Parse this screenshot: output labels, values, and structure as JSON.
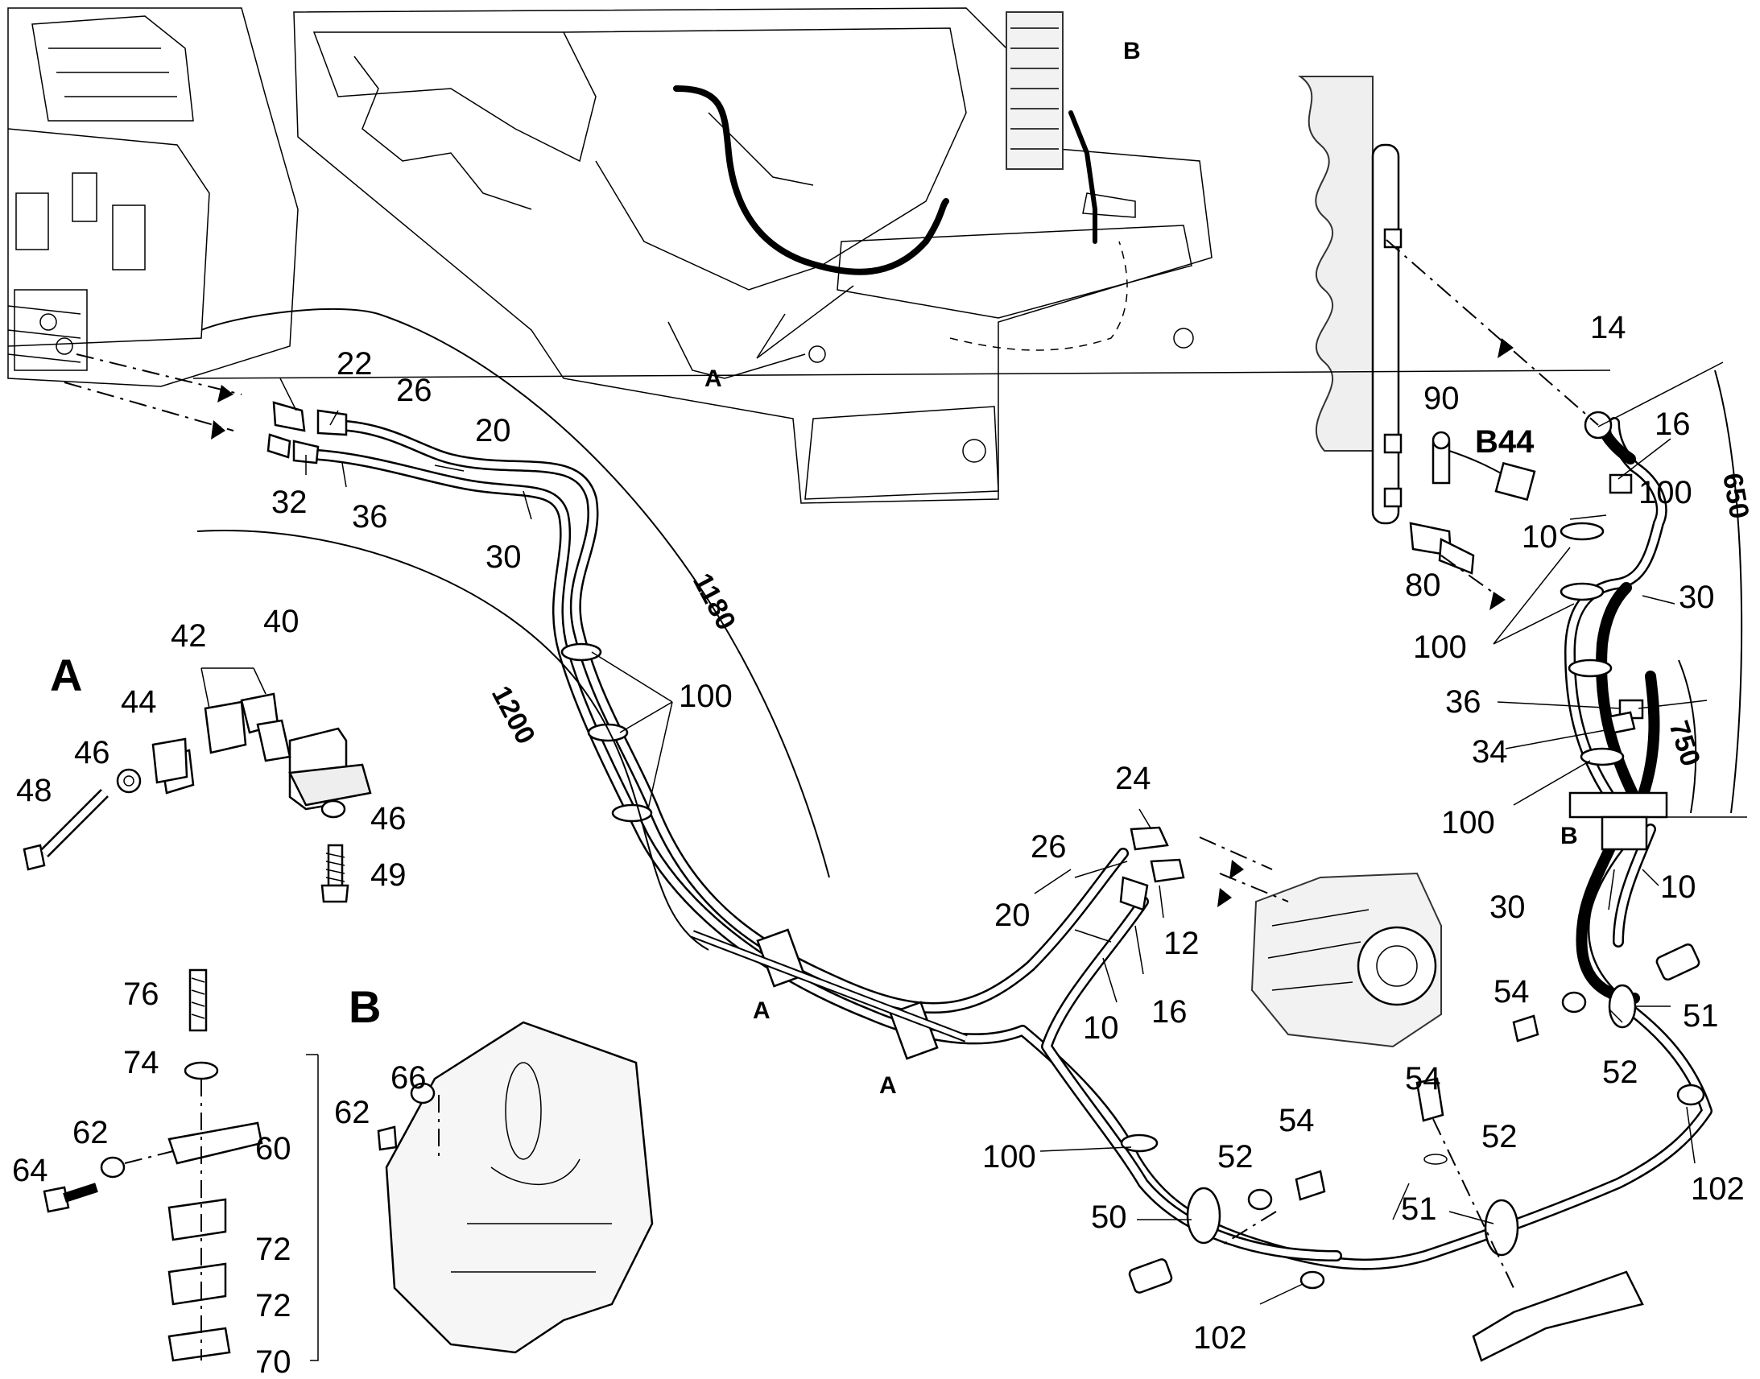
{
  "sections": {
    "A": "A",
    "B": "B"
  },
  "callouts": {
    "c10a": "10",
    "c10b": "10",
    "c10c": "10",
    "c12": "12",
    "c14": "14",
    "c16a": "16",
    "c16b": "16",
    "c20a": "20",
    "c20b": "20",
    "c22": "22",
    "c24": "24",
    "c26a": "26",
    "c26b": "26",
    "c30a": "30",
    "c30b": "30",
    "c30c": "30",
    "c32": "32",
    "c34": "34",
    "c36a": "36",
    "c36b": "36",
    "c40": "40",
    "c42": "42",
    "c44": "44",
    "c46a": "46",
    "c46b": "46",
    "c48": "48",
    "c49": "49",
    "c50": "50",
    "c51a": "51",
    "c51b": "51",
    "c52a": "52",
    "c52b": "52",
    "c52c": "52",
    "c54a": "54",
    "c54b": "54",
    "c54c": "54",
    "c60": "60",
    "c62a": "62",
    "c62b": "62",
    "c64": "64",
    "c66": "66",
    "c70": "70",
    "c72a": "72",
    "c72b": "72",
    "c74": "74",
    "c76": "76",
    "c80": "80",
    "c90": "90",
    "cB44": "B44",
    "c100a": "100",
    "c100b": "100",
    "c100c": "100",
    "c100d": "100",
    "c100e": "100",
    "c102a": "102",
    "c102b": "102"
  },
  "markers": {
    "mA1": "A",
    "mA2": "A",
    "mA3": "A",
    "mB1": "B",
    "mB2": "B"
  },
  "dimensions": {
    "d1180": "1180",
    "d1200": "1200",
    "d650": "650",
    "d750": "750"
  }
}
